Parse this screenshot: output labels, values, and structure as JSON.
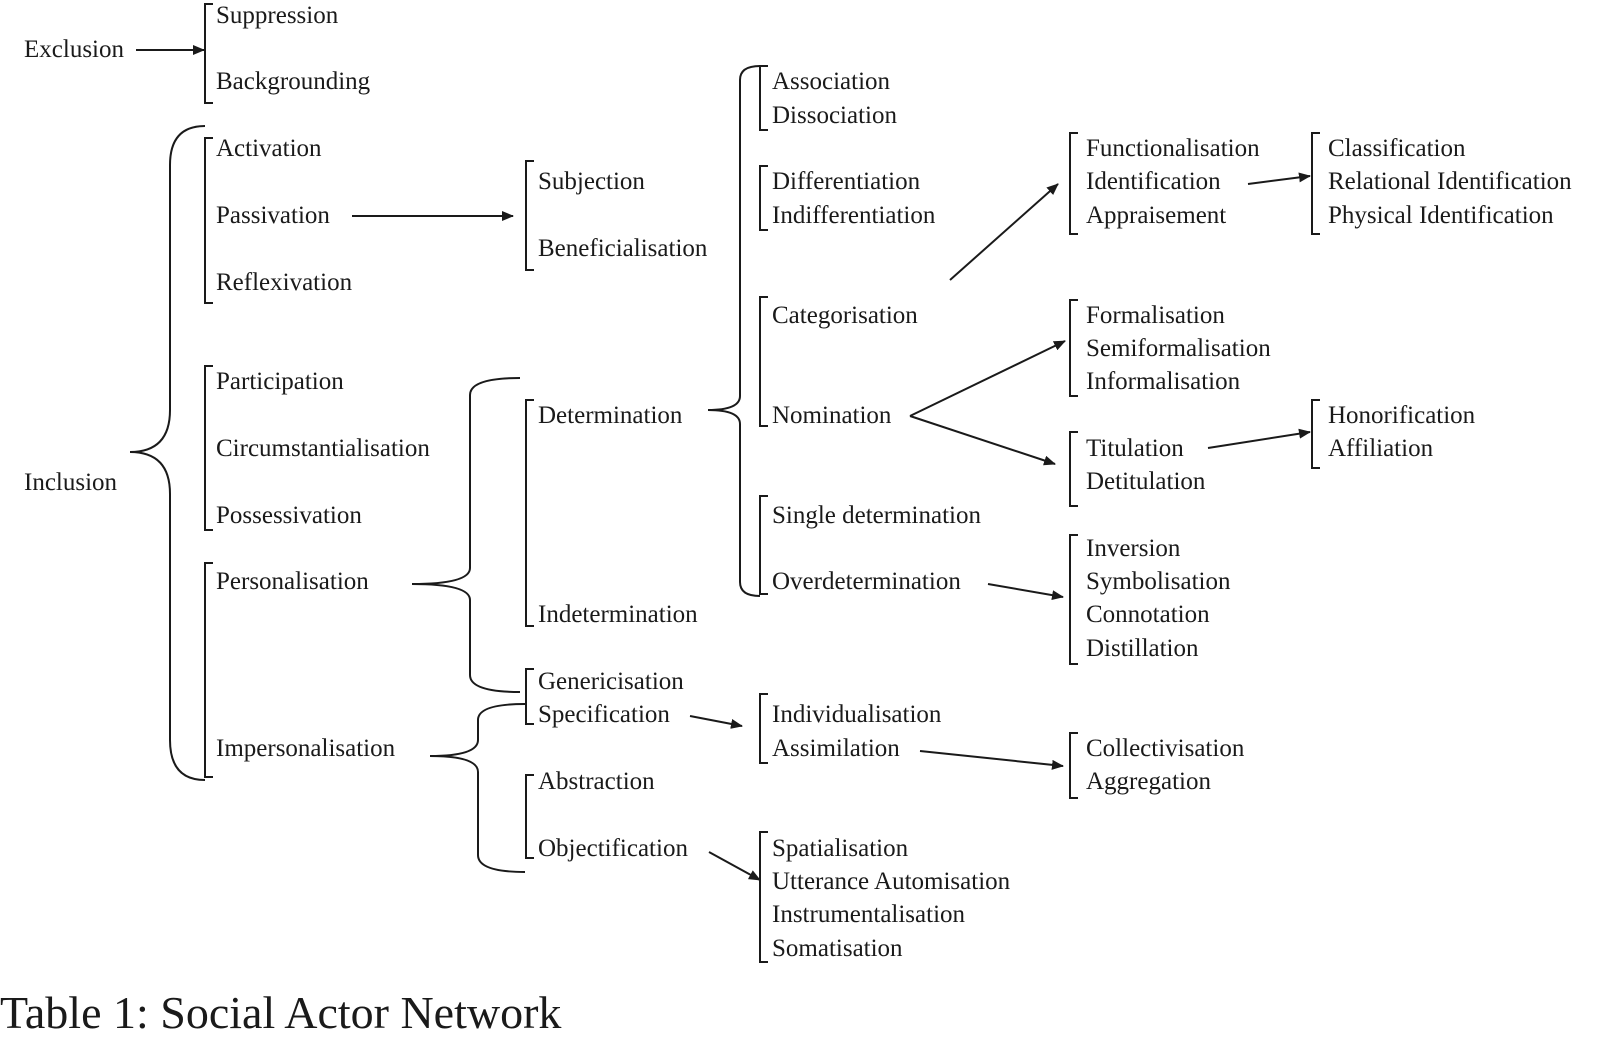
{
  "caption": "Table 1: Social Actor Network",
  "colors": {
    "ink": "#1a1a1a",
    "background": "#ffffff"
  },
  "nodes": {
    "exclusion": "Exclusion",
    "suppression": "Suppression",
    "backgrounding": "Backgrounding",
    "inclusion": "Inclusion",
    "activation": "Activation",
    "passivation": "Passivation",
    "reflexivation": "Reflexivation",
    "subjection": "Subjection",
    "beneficialisation": "Beneficialisation",
    "participation": "Participation",
    "circumstantialisation": "Circumstantialisation",
    "possessivation": "Possessivation",
    "personalisation": "Personalisation",
    "impersonalisation": "Impersonalisation",
    "determination": "Determination",
    "indetermination": "Indetermination",
    "genericisation": "Genericisation",
    "specification": "Specification",
    "abstraction": "Abstraction",
    "objectification": "Objectification",
    "association": "Association",
    "dissociation": "Dissociation",
    "differentiation": "Differentiation",
    "indifferentiation": "Indifferentiation",
    "categorisation": "Categorisation",
    "nomination": "Nomination",
    "single_determination": "Single determination",
    "overdetermination": "Overdetermination",
    "individualisation": "Individualisation",
    "assimilation": "Assimilation",
    "spatialisation": "Spatialisation",
    "utterance_automisation": "Utterance Automisation",
    "instrumentalisation": "Instrumentalisation",
    "somatisation": "Somatisation",
    "functionalisation": "Functionalisation",
    "identification": "Identification",
    "appraisement": "Appraisement",
    "classification": "Classification",
    "relational_identification": "Relational Identification",
    "physical_identification": "Physical Identification",
    "formalisation": "Formalisation",
    "semiformalisation": "Semiformalisation",
    "informalisation": "Informalisation",
    "titulation": "Titulation",
    "detitulation": "Detitulation",
    "honorification": "Honorification",
    "affiliation": "Affiliation",
    "inversion": "Inversion",
    "symbolisation": "Symbolisation",
    "connotation": "Connotation",
    "distillation": "Distillation",
    "collectivisation": "Collectivisation",
    "aggregation": "Aggregation"
  }
}
